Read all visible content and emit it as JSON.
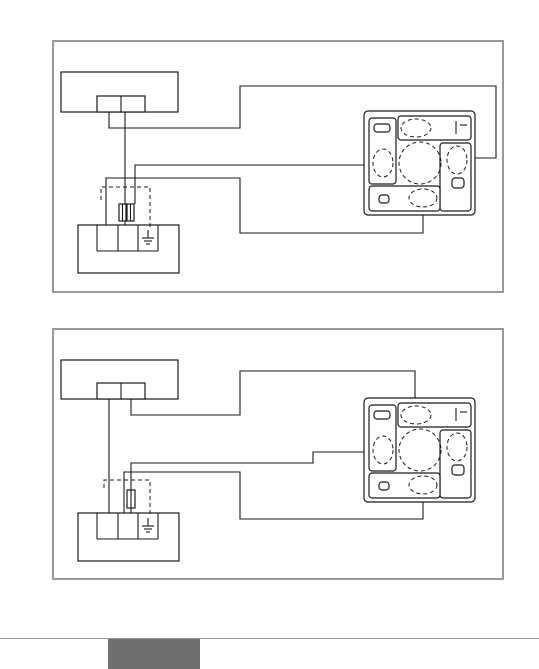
{
  "colors": {
    "panel_border": "#9a9a9a",
    "line": "#1a1a1a",
    "background": "#ffffff",
    "footer_tab": "#6f6f6f"
  },
  "icons": [
    "ground-icon",
    "fuse-icon",
    "relay-socket-icon",
    "dashed-connector-icon"
  ],
  "diagrams": [
    {
      "id": "top",
      "variant": "twin-fuse"
    },
    {
      "id": "bottom",
      "variant": "single-fuse"
    }
  ]
}
